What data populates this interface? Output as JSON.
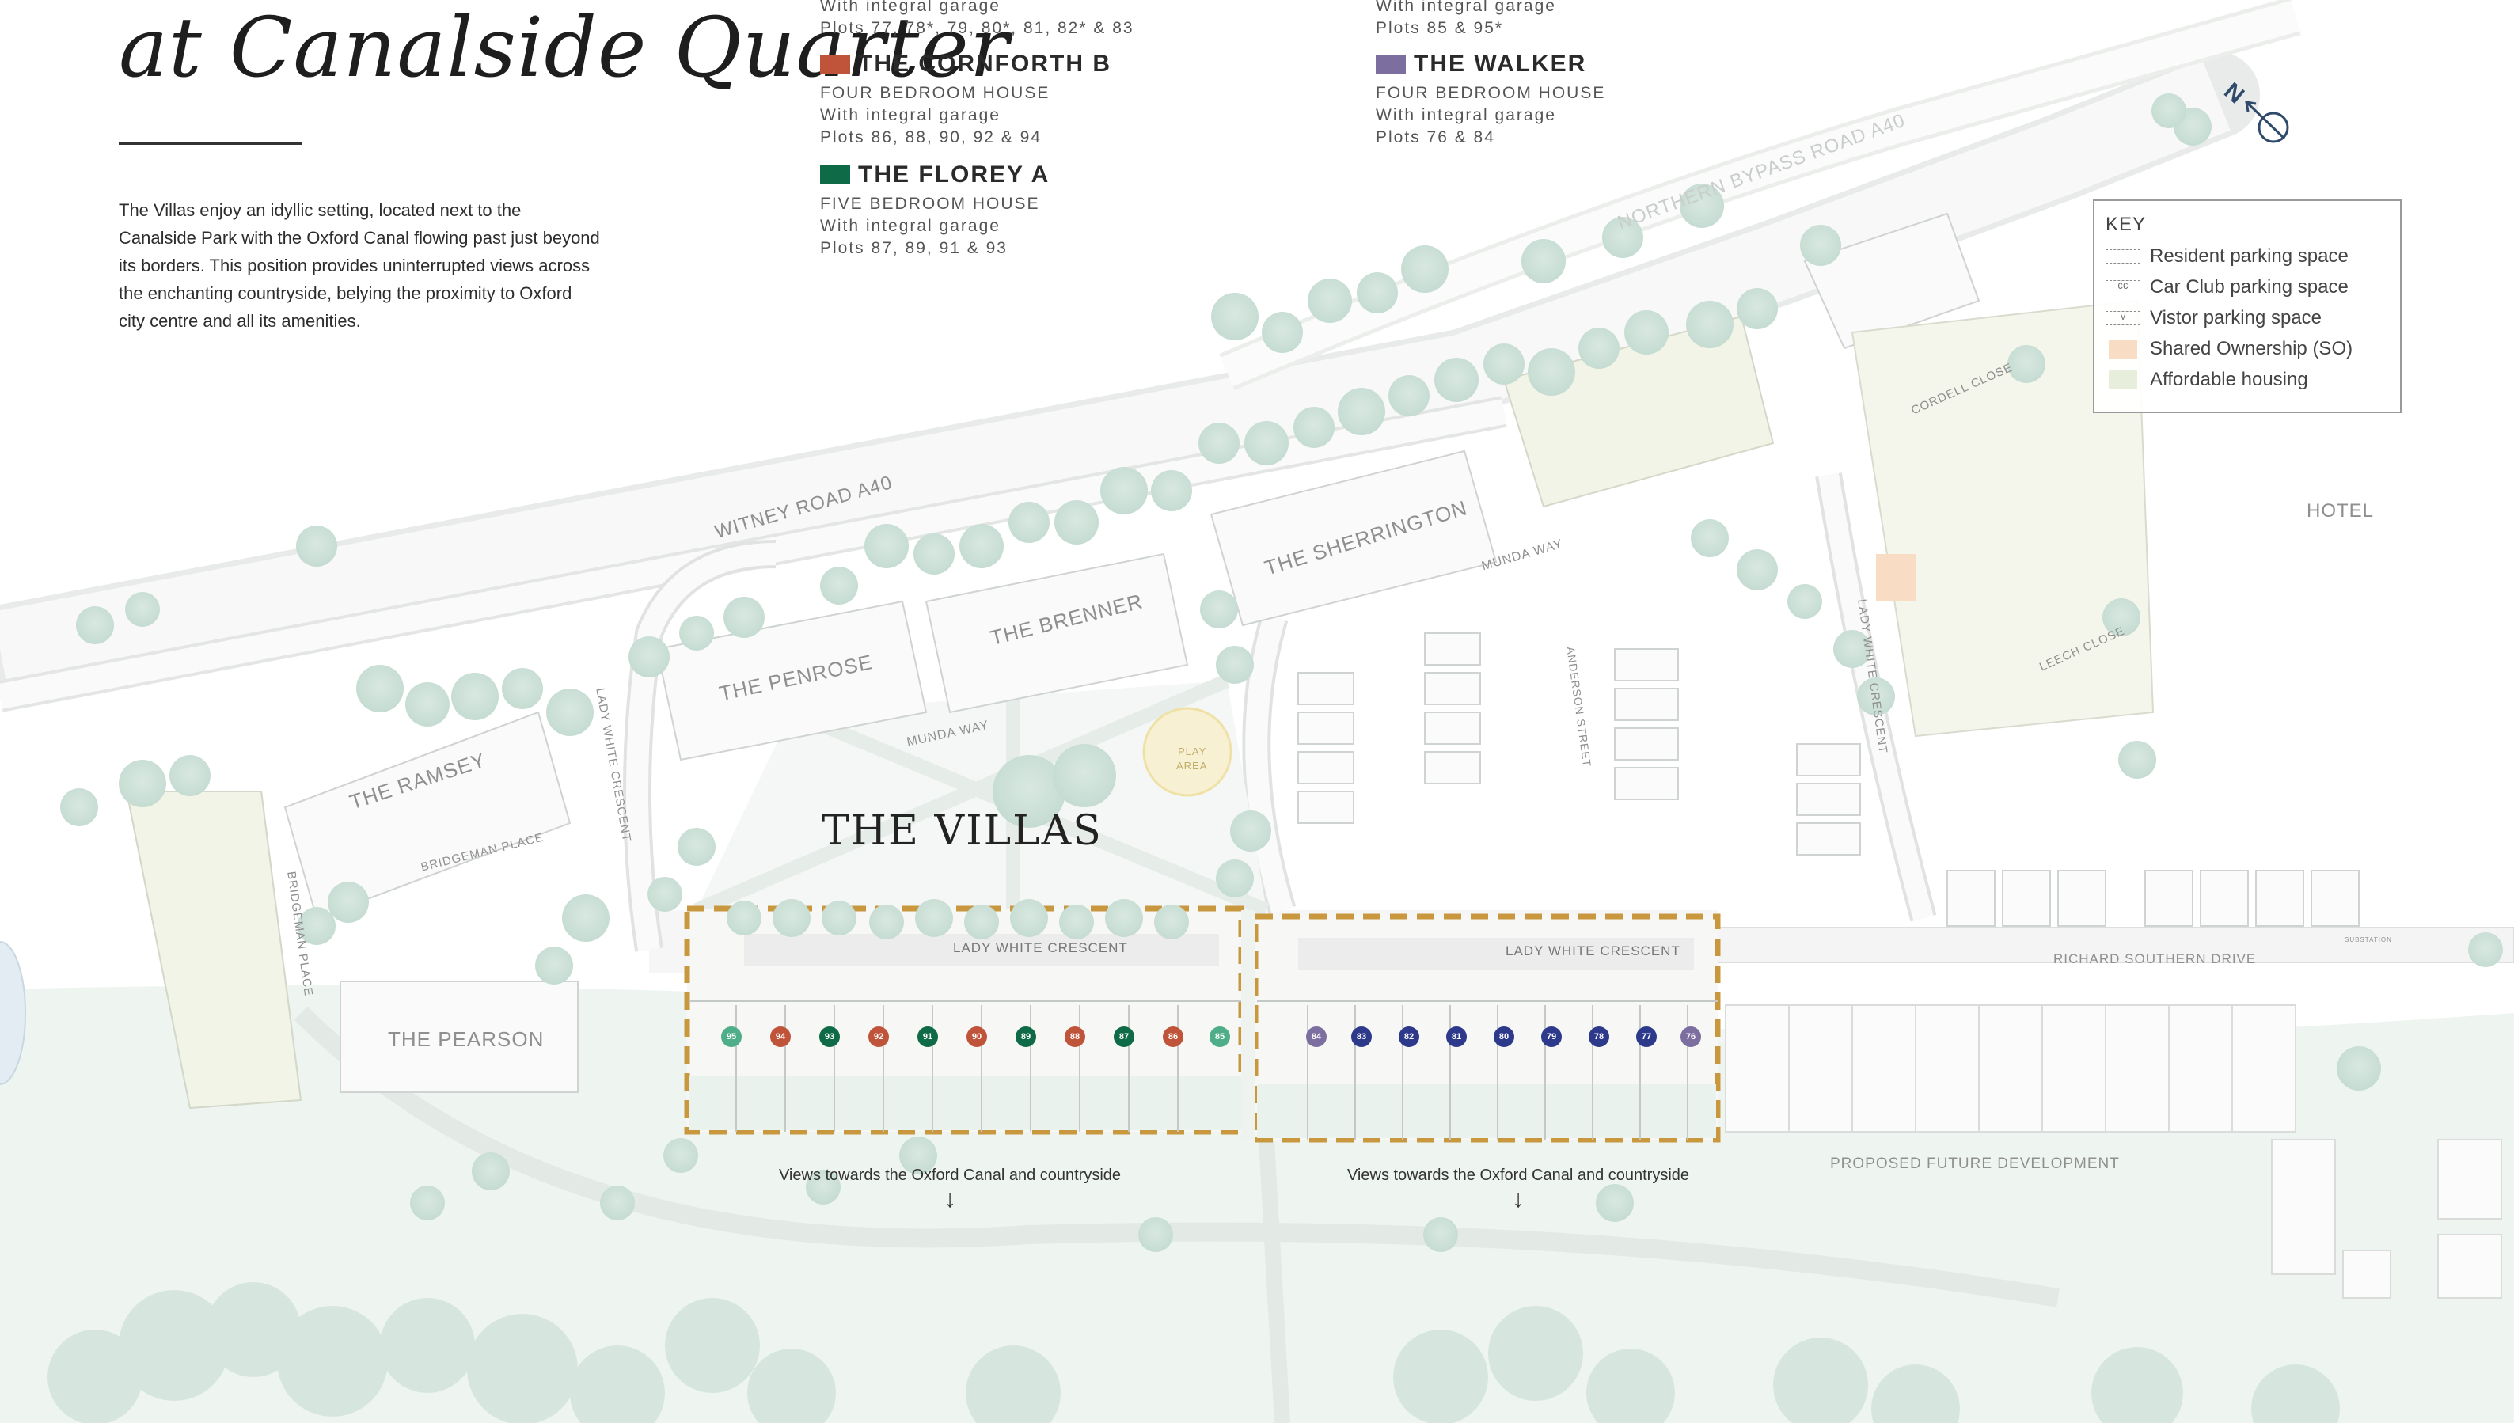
{
  "header": {
    "title": "at Canalside Quarter",
    "intro": "The Villas enjoy an idyllic setting, located next to the Canalside Park with the Oxford Canal flowing past just beyond its borders. This position provides uninterrupted views across the enchanting countryside, belying the proximity to Oxford city centre and all its amenities."
  },
  "house_types": {
    "top_left_partial": {
      "line1": "With integral garage",
      "line2": "Plots  77, 78*, 79, 80*, 81, 82* & 83"
    },
    "top_right_partial": {
      "line1": "With integral garage",
      "line2": "Plots 85 & 95*"
    },
    "cornforth_b": {
      "name": "THE CORNFORTH B",
      "desc": "FOUR BEDROOM HOUSE",
      "garage": "With integral garage",
      "plots": "Plots 86, 88, 90, 92 & 94",
      "color": "#c0543a"
    },
    "florey_a": {
      "name": "THE FLOREY A",
      "desc": "FIVE BEDROOM HOUSE",
      "garage": "With integral garage",
      "plots": "Plots 87, 89, 91 & 93",
      "color": "#0f6a47"
    },
    "walker": {
      "name": "THE WALKER",
      "desc": "FOUR BEDROOM HOUSE",
      "garage": "With integral garage",
      "plots": "Plots 76 & 84",
      "color": "#7d6ea0"
    }
  },
  "key": {
    "title": "KEY",
    "items": [
      {
        "label": "Resident parking space",
        "symbol": ""
      },
      {
        "label": "Car Club parking space",
        "symbol": "CC"
      },
      {
        "label": "Vistor parking space",
        "symbol": "V"
      },
      {
        "label": "Shared Ownership (SO)",
        "color": "#f8dcc4"
      },
      {
        "label": "Affordable housing",
        "color": "#e8eedc"
      }
    ]
  },
  "compass": {
    "letter": "N",
    "icon": "north-arrow-icon"
  },
  "map_labels": {
    "villas": "THE VILLAS",
    "views_left": "Views towards the Oxford Canal and countryside",
    "views_right": "Views towards the Oxford Canal and countryside",
    "arrow": "↓",
    "witney_road": "WITNEY ROAD A40",
    "northern_bypass": "NORTHERN BYPASS ROAD A40",
    "penrose": "THE PENROSE",
    "brenner": "THE BRENNER",
    "sherrington": "THE SHERRINGTON",
    "ramsey": "THE RAMSEY",
    "pearson": "THE PEARSON",
    "hotel": "HOTEL",
    "munda_way_1": "MUNDA WAY",
    "munda_way_2": "MUNDA WAY",
    "lady_white_vertical_1": "LADY WHITE CRESCENT",
    "lady_white_vertical_2": "LADY WHITE CRESCENT",
    "lady_white_left": "LADY WHITE CRESCENT",
    "lady_white_right": "LADY WHITE CRESCENT",
    "bridgeman_place": "BRIDGEMAN PLACE",
    "bridgeman_place_v": "BRIDGEMAN PLACE",
    "play_area_1": "PLAY",
    "play_area_2": "AREA",
    "anderson_street": "ANDERSON STREET",
    "cordell_close": "CORDELL CLOSE",
    "leech_close": "LEECH CLOSE",
    "richard_southern": "RICHARD SOUTHERN DRIVE",
    "future_dev": "PROPOSED FUTURE DEVELOPMENT",
    "substation": "SUBSTATION"
  },
  "plots": [
    {
      "n": "95",
      "color": "#4fae8a"
    },
    {
      "n": "94",
      "color": "#c0543a"
    },
    {
      "n": "93",
      "color": "#0f6a47"
    },
    {
      "n": "92",
      "color": "#c0543a"
    },
    {
      "n": "91",
      "color": "#0f6a47"
    },
    {
      "n": "90",
      "color": "#c0543a"
    },
    {
      "n": "89",
      "color": "#0f6a47"
    },
    {
      "n": "88",
      "color": "#c0543a"
    },
    {
      "n": "87",
      "color": "#0f6a47"
    },
    {
      "n": "86",
      "color": "#c0543a"
    },
    {
      "n": "85",
      "color": "#4fae8a"
    },
    {
      "n": "84",
      "color": "#7d6ea0"
    },
    {
      "n": "83",
      "color": "#2d3a8c"
    },
    {
      "n": "82",
      "color": "#2d3a8c"
    },
    {
      "n": "81",
      "color": "#2d3a8c"
    },
    {
      "n": "80",
      "color": "#2d3a8c"
    },
    {
      "n": "79",
      "color": "#2d3a8c"
    },
    {
      "n": "78",
      "color": "#2d3a8c"
    },
    {
      "n": "77",
      "color": "#2d3a8c"
    },
    {
      "n": "76",
      "color": "#7d6ea0"
    }
  ]
}
